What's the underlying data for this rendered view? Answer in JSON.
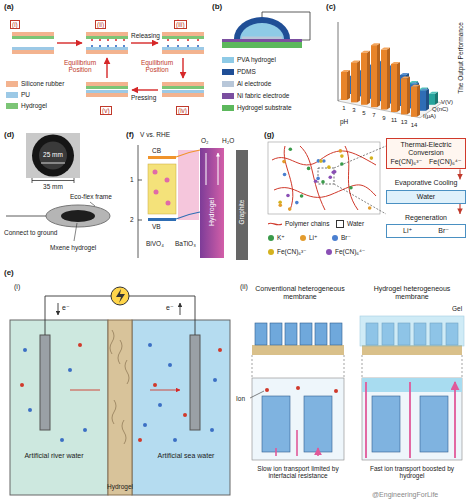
{
  "diagram": {
    "nodes": [
      {
        "text": [
          "Thermal-Electric Conversion",
          "Fe(CN)₆³⁻",
          "Fe(CN)₆⁴⁻"
        ]
      },
      {
        "text": [
          "Evaporative Cooling",
          "Water"
        ]
      },
      {
        "text": [
          "Regeneration",
          "Li⁺",
          "Br⁻"
        ]
      }
    ],
    "edges": [
      {
        "from": 0,
        "to": 1,
        "arrow": "to"
      },
      {
        "from": 1,
        "to": 2,
        "arrow": "to"
      }
    ],
    "labels": [
      "(a)",
      "(i)",
      "(ii)",
      "(iii)",
      "Releasing",
      "Equilibrium Position",
      "Equilibrium Position",
      "Pressing",
      "(v)",
      "(iv)",
      "(b)",
      "(c)",
      "1",
      "3",
      "5",
      "7",
      "9",
      "11",
      "13",
      "14",
      "pH",
      "I(μA)",
      "Q(nC)",
      "V(V)",
      "The Output Performance",
      "(d)",
      "25 mm",
      "35 mm",
      "Eco-flex frame",
      "Connect to ground",
      "Mxene hydrogel",
      "(f)",
      "V vs. RHE",
      "1",
      "2",
      "CB",
      "VB",
      "BiVO₄",
      "BaTiO₃",
      "O₂",
      "H₂O",
      "Hydrogel",
      "Graphite",
      "(g)",
      "(e)",
      "(i)",
      "e⁻",
      "e⁻",
      "Artificial river water",
      "Hydrogel",
      "Artificial sea water",
      "(ii)",
      "Conventional heterogeneous membrane",
      "Hydrogel heterogeneous membrane",
      "Gel",
      "Ion",
      "Slow ion transport limited by interfacial resistance",
      "Fast ion transport boosted by hydrogel",
      "@EngineeringForLife"
    ],
    "legend": [
      {
        "text": "Silicone rubber",
        "color": "#f3b38f"
      },
      {
        "text": "PU",
        "color": "#9cc9e6"
      },
      {
        "text": "Hydrogel",
        "color": "#7cc576"
      },
      {
        "text": "PVA hydrogel",
        "color": "#8ecae6"
      },
      {
        "text": "PDMS",
        "color": "#1f4e96"
      },
      {
        "text": "Al electrode",
        "color": "#b8c7d9"
      },
      {
        "text": "Ni fabric electrode",
        "color": "#7b4fa0"
      },
      {
        "text": "Hydrogel substrate",
        "color": "#5cb85c"
      },
      {
        "text": "Polymer chains"
      },
      {
        "text": "Water"
      },
      {
        "text": "K⁺",
        "color": "#3a9a4a"
      },
      {
        "text": "Li⁺",
        "color": "#e39b2d"
      },
      {
        "text": "Br⁻",
        "color": "#4a7fd0"
      },
      {
        "text": "Fe(CN)₆³⁻",
        "color": "#d4b21f"
      },
      {
        "text": "Fe(CN)₆⁴⁻",
        "color": "#8a4fb5"
      }
    ]
  }
}
